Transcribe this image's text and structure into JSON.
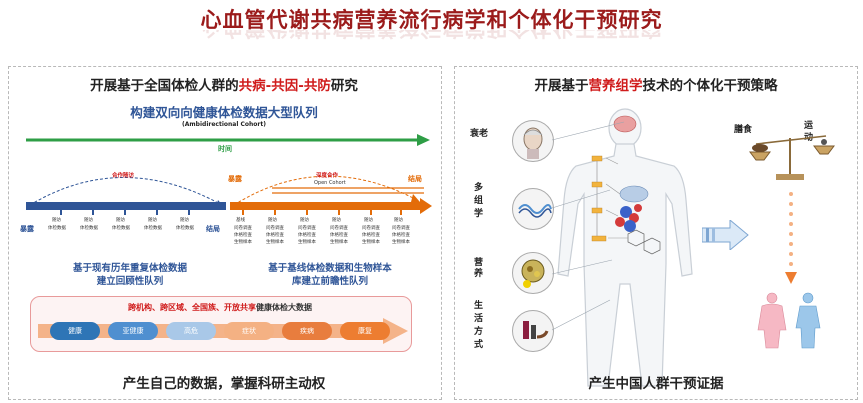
{
  "title": "心血管代谢共病营养流行病学和个体化干预研究",
  "left": {
    "heading_pre": "开展基于全国体检人群的",
    "heading_red": "共病-共因-共防",
    "heading_post": "研究",
    "subtitle": "构建双向向健康体检数据大型队列",
    "ambidirectional": "(Ambidirectional Cohort)",
    "time_label": "时间",
    "retro_label": "合作随访",
    "prosp_label": "深度合作",
    "open_cohort": "Open Cohort",
    "exposure": "暴露",
    "outcome": "结局",
    "exposure2": "暴露",
    "outcome2": "结局",
    "retro_ticks": [
      "随访",
      "随访",
      "随访",
      "随访",
      "随访"
    ],
    "retro_detail": [
      "体检数据",
      "体检数据",
      "体检数据",
      "体检数据",
      "体检数据"
    ],
    "prosp_ticks": [
      "基线",
      "随访",
      "随访",
      "随访",
      "随访",
      "随访"
    ],
    "prosp_details": [
      [
        "问卷调查",
        "体格检查",
        "生物样本"
      ],
      [
        "问卷调查",
        "体格检查",
        "生物样本"
      ],
      [
        "问卷调查",
        "体格检查",
        "生物样本"
      ],
      [
        "问卷调查",
        "体格检查",
        "生物样本"
      ],
      [
        "问卷调查",
        "体格检查",
        "生物样本"
      ],
      [
        "问卷调查",
        "体格检查",
        "生物样本"
      ]
    ],
    "retro_desc": [
      "基于现有历年重复体检数据",
      "建立回顾性队列"
    ],
    "prosp_desc": [
      "基于基线体检数据和生物样本",
      "库建立前瞻性队列"
    ],
    "banner_red": "跨机构、跨区域、全国族、开放共享",
    "banner_rest": "健康体检大数据",
    "stages": [
      "健康",
      "亚健康",
      "高危",
      "症状",
      "疾病",
      "康复"
    ],
    "footer": "产生自己的数据，掌握科研主动权"
  },
  "right": {
    "heading_pre": "开展基于",
    "heading_red": "营养组学",
    "heading_post": "技术的个体化干预策略",
    "aging": "衰老",
    "multiomics": [
      "多",
      "组",
      "学"
    ],
    "nutrition": [
      "营",
      "养"
    ],
    "lifestyle": [
      "生",
      "活",
      "方",
      "式"
    ],
    "diet": "膳食",
    "exercise": [
      "运",
      "动"
    ],
    "footer": "产生中国人群干预证据"
  },
  "colors": {
    "title": "#9b1b1b",
    "red": "#d01c1c",
    "blue": "#2f5597",
    "orange": "#e36c09",
    "green": "#2e9e46",
    "stages": [
      "#2e75b6",
      "#4f8fd0",
      "#a9c8e8",
      "#f4b183",
      "#e87d3e",
      "#ed7d31"
    ]
  }
}
